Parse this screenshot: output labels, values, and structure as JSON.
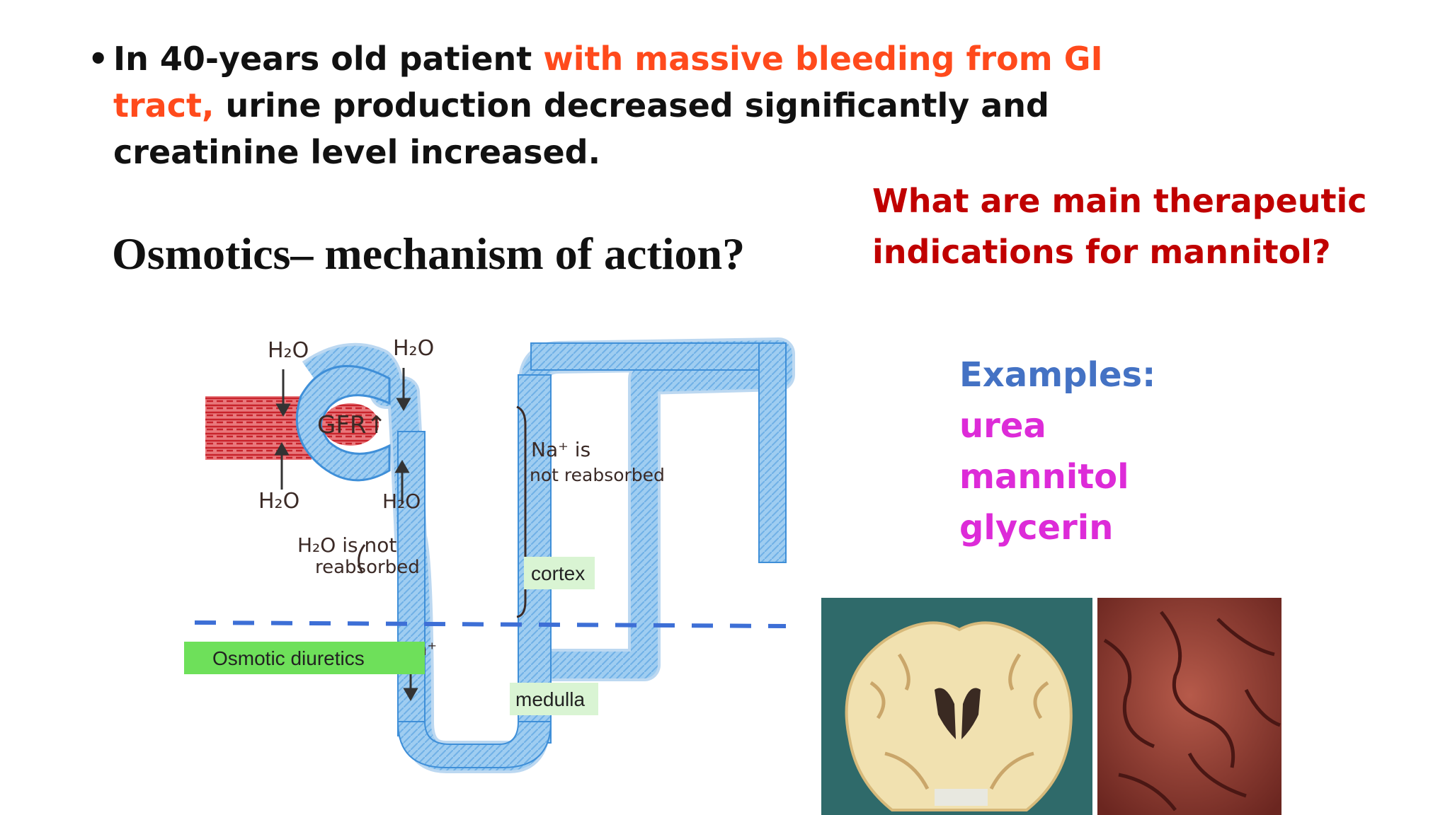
{
  "slide": {
    "bullet": {
      "part1": "In 40-years old patient ",
      "part2_highlight": "with massive bleeding from GI tract,",
      "part3": " urine production decreased significantly and creatinine level increased."
    },
    "heading": "Osmotics– mechanism of action?",
    "question": "What are main therapeutic indications for mannitol?",
    "examples": {
      "title": "Examples:",
      "items": [
        "urea",
        "mannitol",
        "glycerin"
      ]
    }
  },
  "diagram": {
    "labels": {
      "h2o_top_left": "H₂O",
      "h2o_top_right": "H₂O",
      "h2o_bottom_left": "H₂O",
      "h2o_bottom_right": "H₂O",
      "gfr": "GFR↑",
      "h2o_not_reabsorbed_1": "H₂O is not",
      "h2o_not_reabsorbed_2": "reabsorbed",
      "na_not_reabsorbed_1": "Na⁺ is",
      "na_not_reabsorbed_2": "not reabsorbed",
      "na_medulla": "Na⁺",
      "cortex": "cortex",
      "medulla": "medulla",
      "osmotic_diuretics": "Osmotic diuretics"
    },
    "colors": {
      "tubule": "#8ec3ee",
      "tubule_outline": "#3f8fd8",
      "blood": "#d8323a",
      "label_green": "#6ee05a",
      "box_green": "#d9f4d3"
    }
  },
  "photos": {
    "left": "brain-coronal-section",
    "right": "brain-surface"
  },
  "colors": {
    "highlight": "#ff4a1c",
    "question": "#c00000",
    "examples_title": "#4472c4",
    "examples_items": "#dd2bd8"
  }
}
